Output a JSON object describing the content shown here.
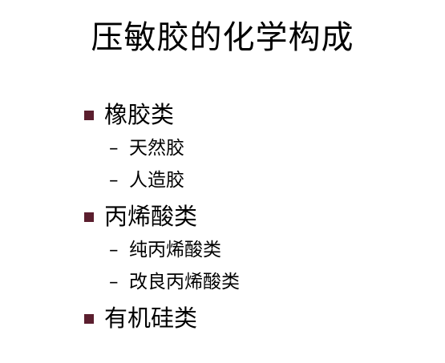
{
  "title": "压敏胶的化学构成",
  "items": [
    {
      "level": 1,
      "text": "橡胶类"
    },
    {
      "level": 2,
      "text": "天然胶"
    },
    {
      "level": 2,
      "text": "人造胶"
    },
    {
      "level": 1,
      "text": "丙烯酸类"
    },
    {
      "level": 2,
      "text": "纯丙烯酸类"
    },
    {
      "level": 2,
      "text": "改良丙烯酸类"
    },
    {
      "level": 1,
      "text": "有机硅类"
    }
  ],
  "bullets": {
    "level1_symbol": "■",
    "level2_symbol": "–",
    "level1_color": "#5b1e2e"
  }
}
